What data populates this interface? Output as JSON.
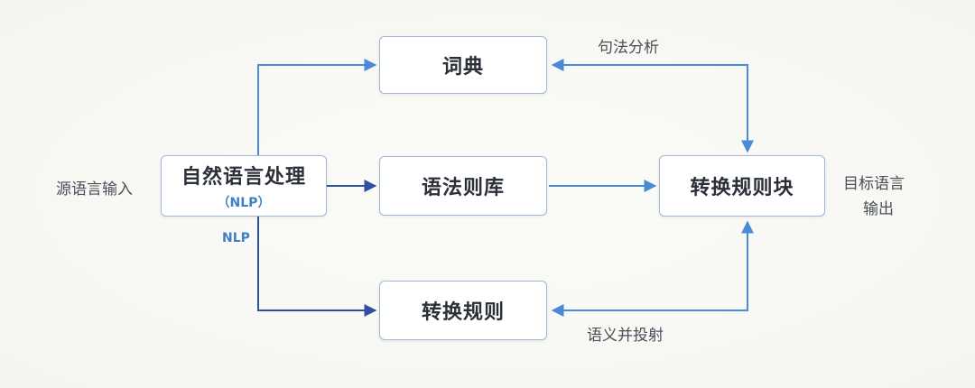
{
  "nodes": {
    "nlp": {
      "title": "自然语言处理",
      "subtitle": "（NLP）"
    },
    "lexicon": {
      "title": "词典"
    },
    "grammar": {
      "title": "语法则库"
    },
    "rules": {
      "title": "转换规则"
    },
    "transform": {
      "title": "转换规则块"
    }
  },
  "labels": {
    "source_input": "源语言输入",
    "syntax_analysis": "句法分析",
    "semantic_projection": "语义并投射",
    "target_output_line1": "目标语言",
    "target_output_line2": "输出",
    "nlp_edge": "NLP"
  },
  "colors": {
    "edge_blue": "#4a8ad6",
    "edge_dark": "#2f4fa0",
    "node_border": "#9fb8d6",
    "accent_text": "#3f7fc4"
  }
}
